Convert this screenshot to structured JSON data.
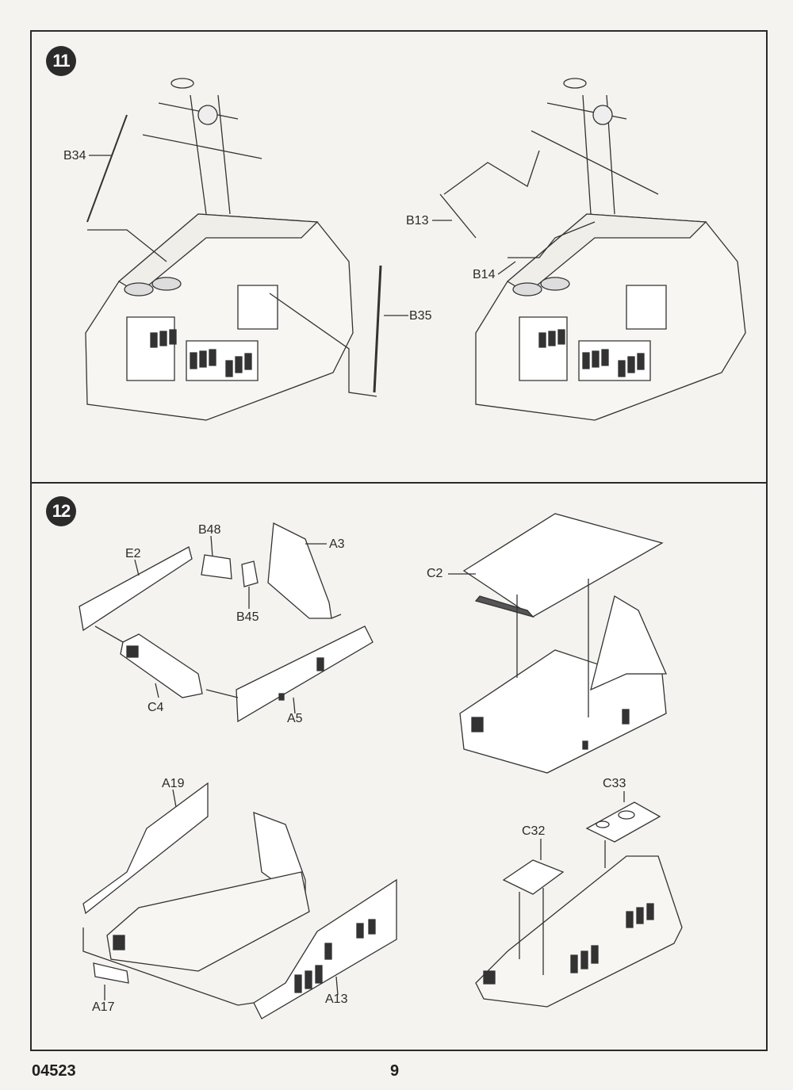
{
  "steps": [
    {
      "number": "11",
      "parts": [
        "B34",
        "B35",
        "B13",
        "B14"
      ]
    },
    {
      "number": "12",
      "parts": [
        "E2",
        "B48",
        "A3",
        "B45",
        "C4",
        "A5",
        "C2",
        "A19",
        "C33",
        "C32",
        "A17",
        "A13"
      ]
    }
  ],
  "footer": {
    "kit_number": "04523",
    "page_number": "9"
  }
}
